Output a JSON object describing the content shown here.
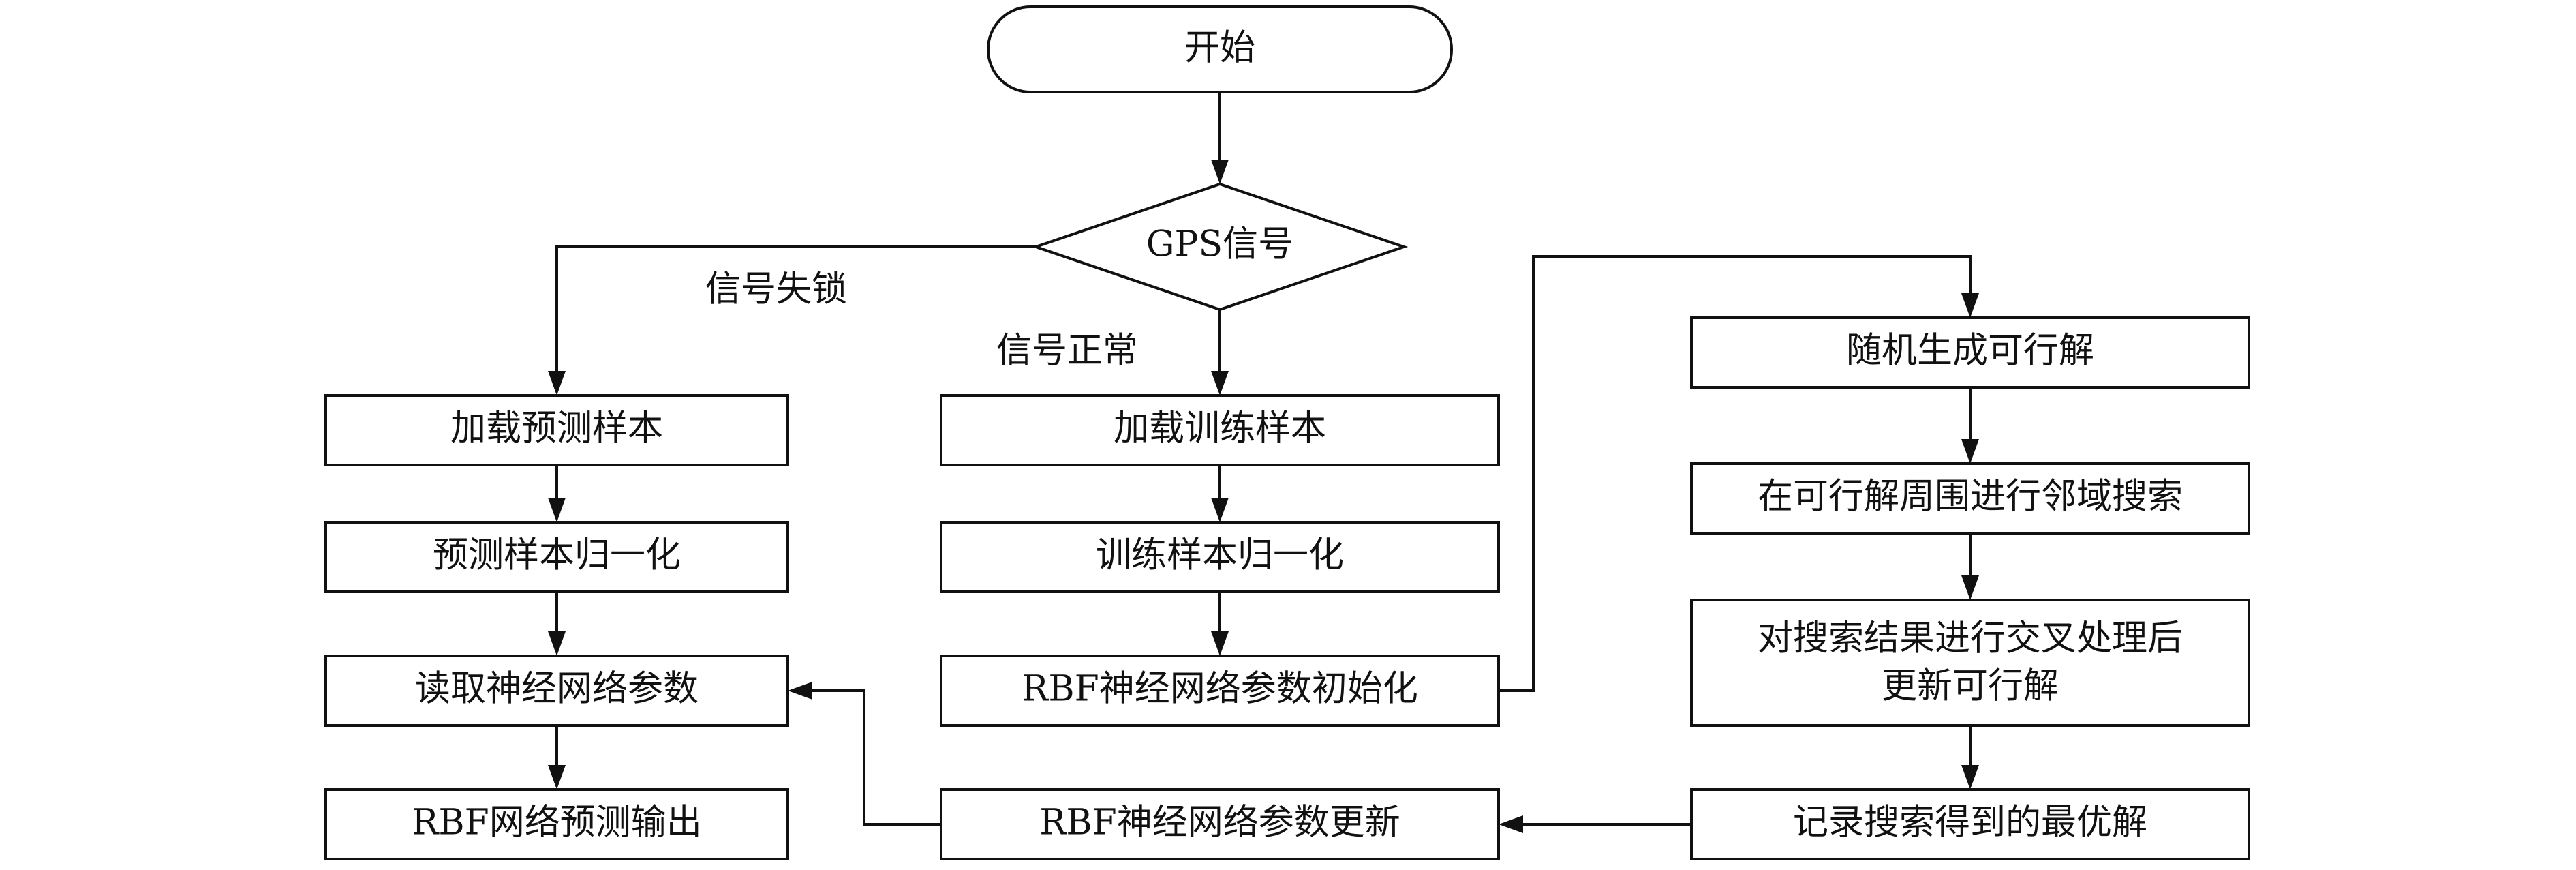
{
  "nodes": {
    "start": "开始",
    "gps": "GPS信号",
    "load_pred": "加载预测样本",
    "norm_pred": "预测样本归一化",
    "read_params": "读取神经网络参数",
    "rbf_output": "RBF网络预测输出",
    "load_train": "加载训练样本",
    "norm_train": "训练样本归一化",
    "rbf_init": "RBF神经网络参数初始化",
    "rbf_update": "RBF神经网络参数更新",
    "random_gen": "随机生成可行解",
    "neighbor_search": "在可行解周围进行邻域搜索",
    "crossover_line1": "对搜索结果进行交叉处理后",
    "crossover_line2": "更新可行解",
    "record_best": "记录搜索得到的最优解"
  },
  "edge_labels": {
    "lost": "信号失锁",
    "normal": "信号正常"
  }
}
